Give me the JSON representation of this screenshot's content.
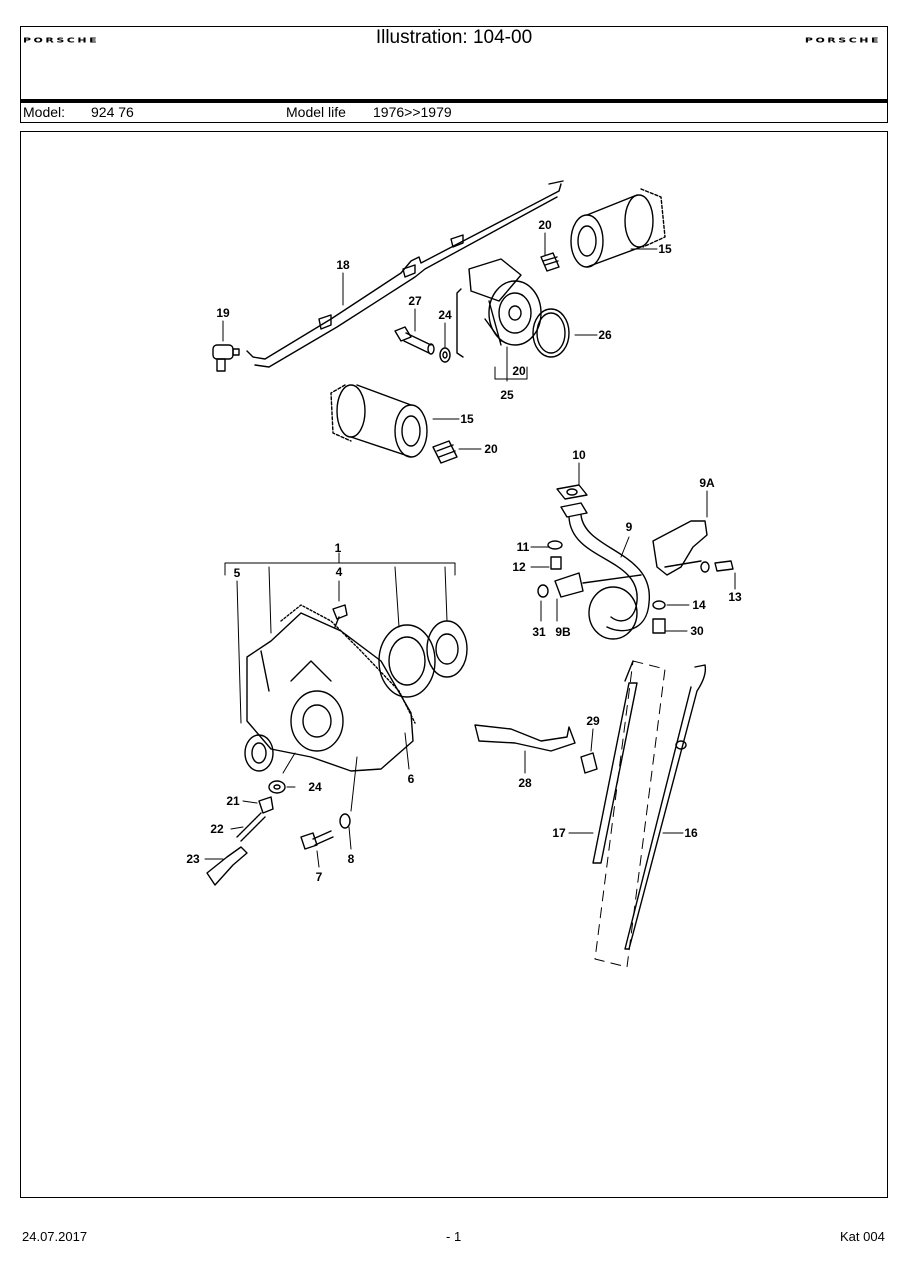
{
  "header": {
    "brand_left": "PORSCHE",
    "title": "Illustration: 104-00",
    "brand_right": "PORSCHE"
  },
  "model_bar": {
    "model_label": "Model:",
    "model_value": "924 76",
    "life_label": "Model life",
    "life_value": "1976>>1979"
  },
  "diagram": {
    "callouts": [
      "1",
      "4",
      "5",
      "6",
      "7",
      "8",
      "9",
      "9A",
      "9B",
      "10",
      "11",
      "12",
      "13",
      "14",
      "15",
      "15",
      "16",
      "17",
      "18",
      "19",
      "20",
      "20",
      "20",
      "21",
      "22",
      "23",
      "24",
      "24",
      "25",
      "26",
      "27",
      "28",
      "29",
      "30",
      "31"
    ]
  },
  "footer": {
    "date": "24.07.2017",
    "page": "- 1",
    "catalog": "Kat 004"
  }
}
